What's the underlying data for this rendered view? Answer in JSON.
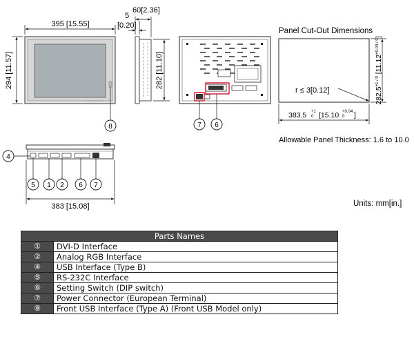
{
  "dims": {
    "front_width": "395 [15.55]",
    "front_height": "294 [11.57]",
    "bezel_depth": "5",
    "bezel_depth_in": "[0.20]",
    "side_depth": "60[2.36]",
    "side_height": "282 [11.10]",
    "bottom_width": "383 [15.08]"
  },
  "cutout": {
    "title": "Panel Cut-Out Dimensions",
    "height_base": "282.5",
    "height_tol": "+1 / 0",
    "height_in": "[11.12",
    "height_in_tol": "+0.04 / 0",
    "height_in_close": "]",
    "radius": "r ≤ 3[0.12]",
    "width_base": "383.5",
    "width_tol_top": "+1",
    "width_tol_bottom": "0",
    "width_in": "[15.10",
    "width_in_tol_top": "+0.04",
    "width_in_tol_bottom": "0",
    "width_in_close": "]",
    "thickness": "Allowable Panel Thickness: 1.6 to 10.0"
  },
  "units": "Units: mm[in.]",
  "callouts": {
    "c8": "8",
    "c7": "7",
    "c6": "6",
    "c4": "4",
    "c5": "5",
    "c1": "1",
    "c2": "2",
    "c6b": "6",
    "c7b": "7"
  },
  "parts_table": {
    "header": "Parts Names",
    "rows": [
      {
        "num": "①",
        "name": "DVI-D Interface"
      },
      {
        "num": "②",
        "name": "Analog RGB Interface"
      },
      {
        "num": "④",
        "name": "USB Interface (Type B)"
      },
      {
        "num": "⑤",
        "name": "RS-232C Interface"
      },
      {
        "num": "⑥",
        "name": "Setting Switch (DIP switch)"
      },
      {
        "num": "⑦",
        "name": "Power Connector (European Terminal)"
      },
      {
        "num": "⑧",
        "name": "Front USB Interface (Type A) (Front USB Model only)"
      }
    ]
  }
}
